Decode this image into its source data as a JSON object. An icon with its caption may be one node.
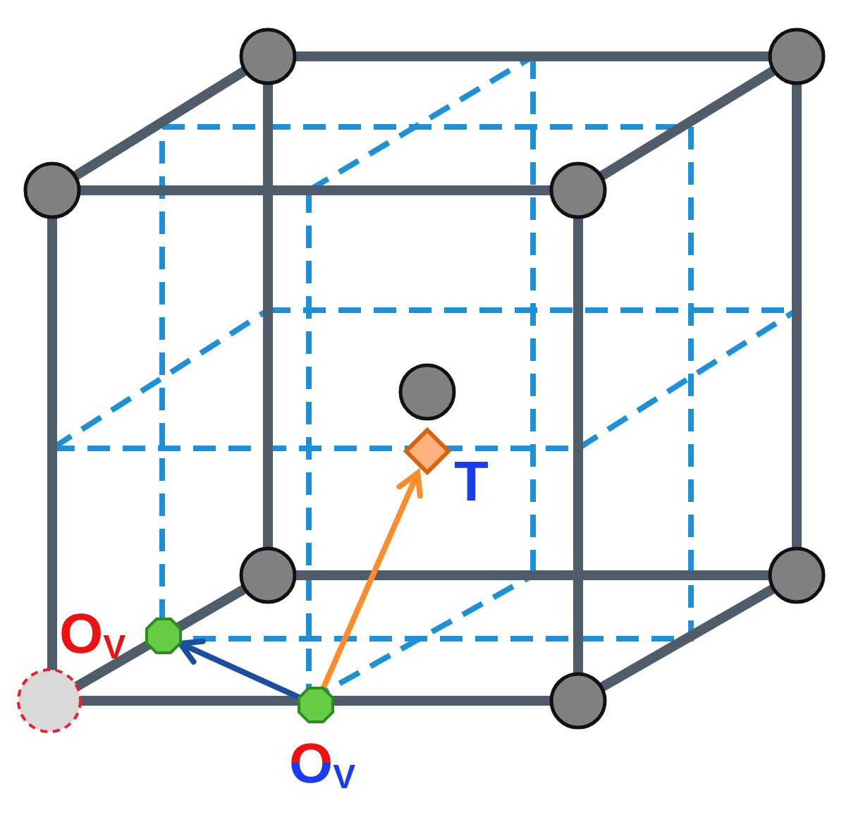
{
  "diagram": {
    "nodes": [
      {
        "text": [],
        "shape": "octagon",
        "beside": [
          "O$_{V}$"
        ]
      },
      {
        "text": [],
        "shape": "octagon",
        "beside": [
          "O$_{V}$"
        ]
      },
      {
        "text": [],
        "shape": "diamond",
        "beside": [
          "T"
        ]
      }
    ],
    "edges": [
      {
        "from": 1,
        "to": 0,
        "arrow": "to",
        "color": "#1a4fa0"
      },
      {
        "from": 1,
        "to": 2,
        "arrow": "to",
        "color": "#ff8c2a"
      }
    ]
  }
}
